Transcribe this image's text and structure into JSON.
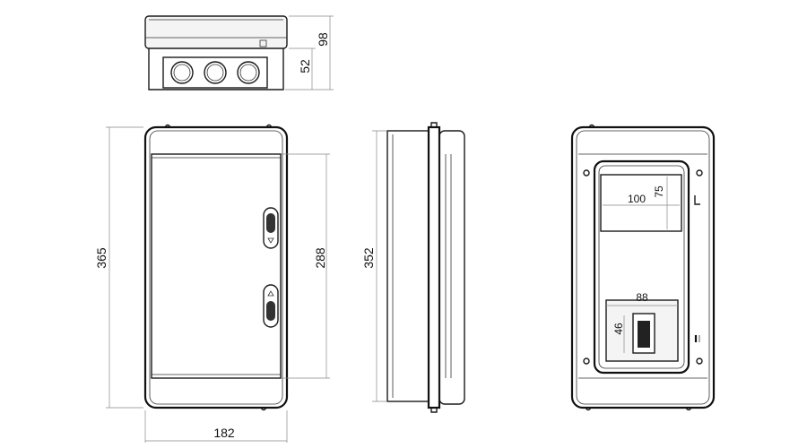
{
  "dimensions": {
    "top_height_total": "98",
    "top_height_base": "52",
    "front_height": "365",
    "front_door_height": "288",
    "front_width": "182",
    "side_height": "352",
    "window_width": "100",
    "window_height": "75",
    "breaker_width": "88",
    "breaker_height": "46"
  }
}
